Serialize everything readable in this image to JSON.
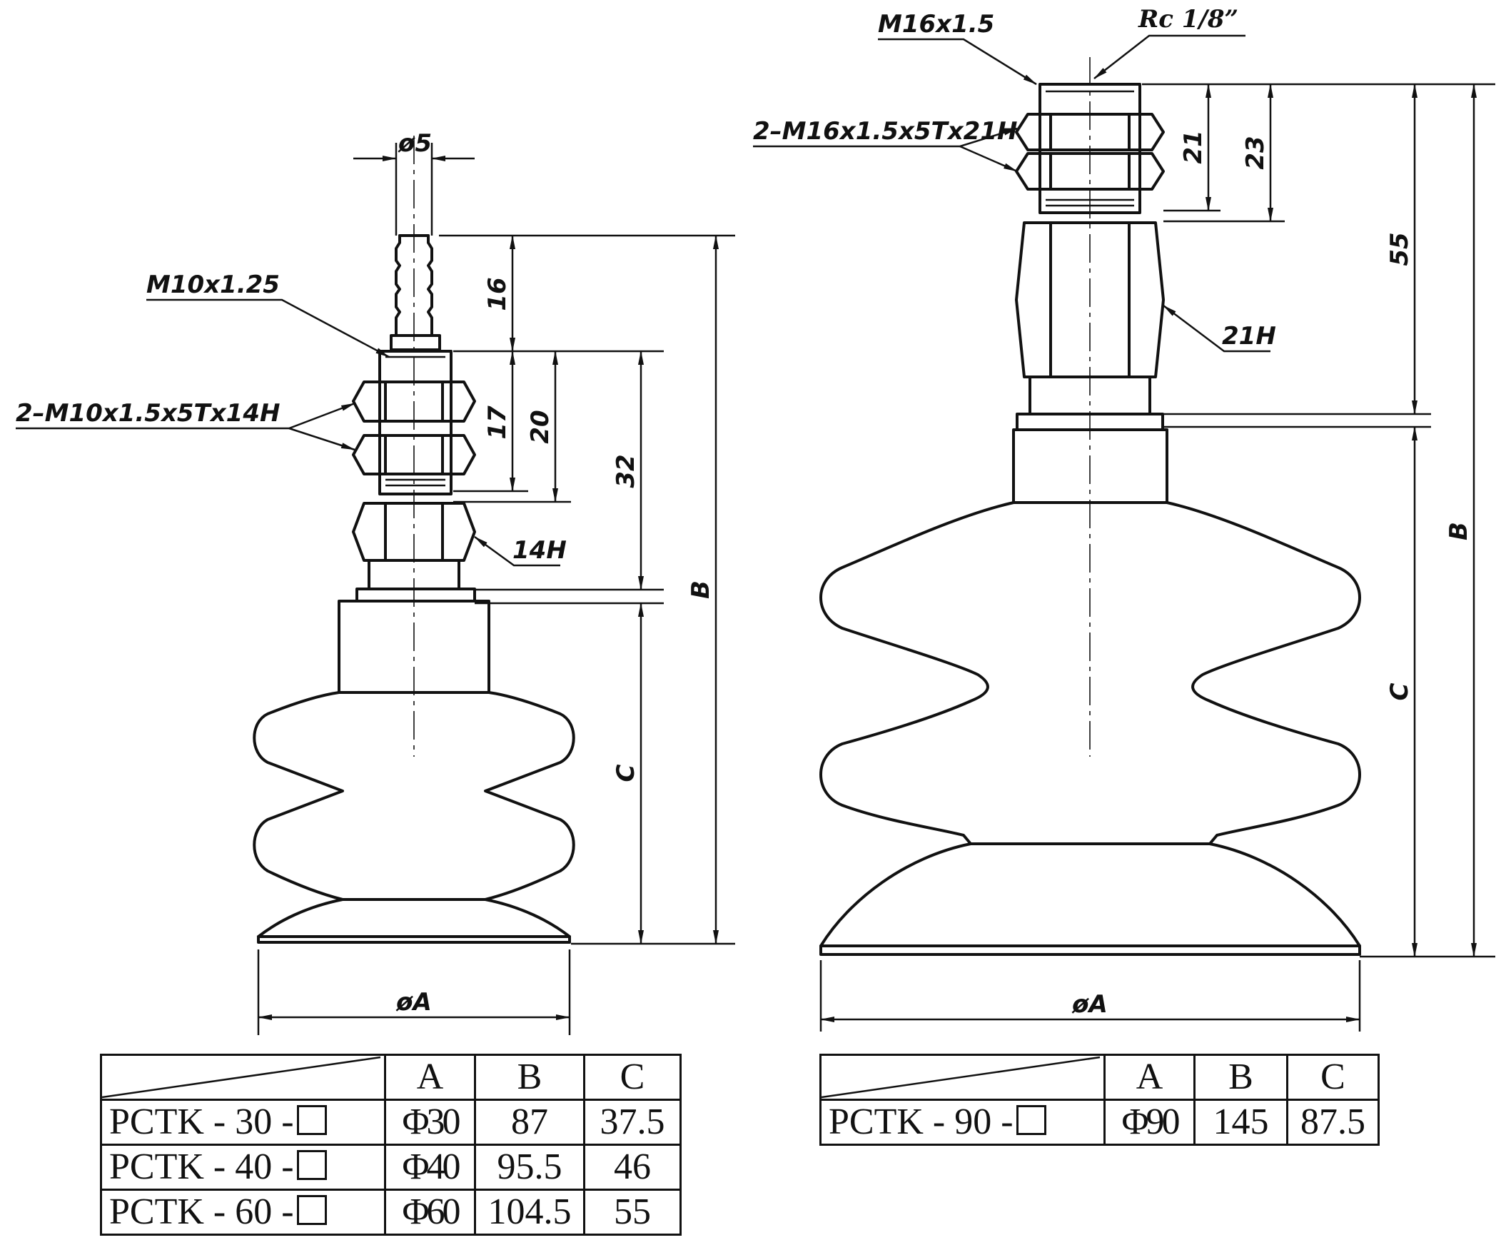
{
  "left_drawing": {
    "labels": {
      "shaft_diameter": "ø5",
      "thread_top": "M10x1.25",
      "nuts": "2–M10x1.5x5Tx14H",
      "hex_body": "14H",
      "dim_16": "16",
      "dim_17": "17",
      "dim_20": "20",
      "dim_32": "32",
      "dim_B": "B",
      "dim_C": "C",
      "dim_A": "øA"
    }
  },
  "right_drawing": {
    "labels": {
      "thread_top": "M16x1.5",
      "port": "Rc 1/8”",
      "nuts": "2–M16x1.5x5Tx21H",
      "hex_body": "21H",
      "dim_21": "21",
      "dim_23": "23",
      "dim_55": "55",
      "dim_B": "B",
      "dim_C": "C",
      "dim_A": "øA"
    }
  },
  "left_table": {
    "headers": [
      "A",
      "B",
      "C"
    ],
    "rows": [
      {
        "model": "PCTK - 30 -",
        "A": "Φ30",
        "B": "87",
        "C": "37.5"
      },
      {
        "model": "PCTK - 40 -",
        "A": "Φ40",
        "B": "95.5",
        "C": "46"
      },
      {
        "model": "PCTK - 60 -",
        "A": "Φ60",
        "B": "104.5",
        "C": "55"
      }
    ]
  },
  "right_table": {
    "headers": [
      "A",
      "B",
      "C"
    ],
    "rows": [
      {
        "model": "PCTK - 90 -",
        "A": "Φ90",
        "B": "145",
        "C": "87.5"
      }
    ]
  }
}
